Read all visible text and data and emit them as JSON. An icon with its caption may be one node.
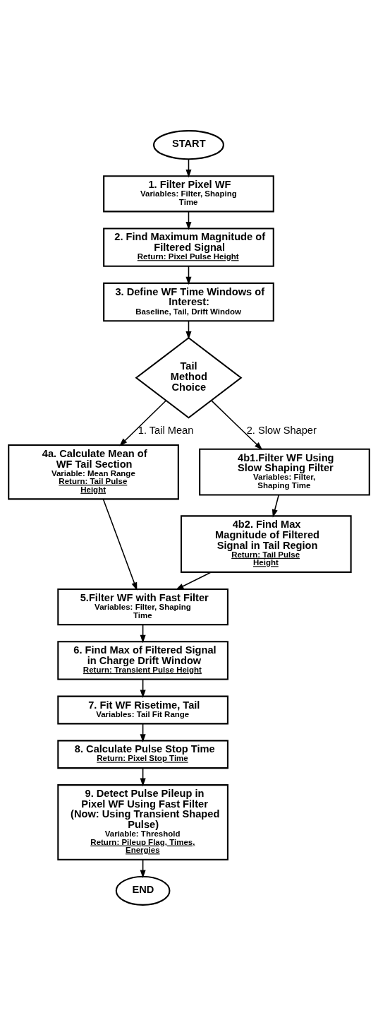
{
  "diagram": {
    "nodes": [
      {
        "text": [
          "START"
        ]
      },
      {
        "text": [
          "1. Filter Pixel WF",
          "Variables: Filter, Shaping Time"
        ]
      },
      {
        "text": [
          "2. Find Maximum Magnitude of Filtered Signal",
          "Return: Pixel Pulse Height"
        ]
      },
      {
        "text": [
          "3. Define WF Time Windows of Interest:",
          "Baseline, Tail, Drift Window"
        ]
      },
      {
        "text": [
          "Tail Method Choice"
        ]
      },
      {
        "text": [
          "4a. Calculate Mean of WF Tail Section",
          "Variable: Mean Range",
          "Return: Tail Pulse Height"
        ]
      },
      {
        "text": [
          "4b1.Filter WF Using Slow Shaping Filter",
          "Variables: Filter, Shaping Time"
        ]
      },
      {
        "text": [
          "4b2. Find Max Magnitude of Filtered Signal in Tail Region",
          "Return: Tail Pulse Height"
        ]
      },
      {
        "text": [
          "5.Filter WF with Fast Filter",
          "Variables: Filter, Shaping Time"
        ]
      },
      {
        "text": [
          "6. Find Max of Filtered Signal in Charge Drift Window",
          "Return: Transient Pulse Height"
        ]
      },
      {
        "text": [
          "7. Fit WF Risetime, Tail",
          "Variables: Tail Fit Range"
        ]
      },
      {
        "text": [
          "8. Calculate Pulse Stop Time",
          "Return: Pixel Stop Time"
        ]
      },
      {
        "text": [
          "9. Detect Pulse Pileup in Pixel WF Using Fast Filter (Now: Using Transient Shaped Pulse)",
          "Variable: Threshold",
          "Return: Pileup Flag, Times, Energies"
        ]
      },
      {
        "text": [
          "END"
        ]
      }
    ],
    "edges": [
      {
        "from": 0,
        "to": 1,
        "arrow": "to"
      },
      {
        "from": 1,
        "to": 2,
        "arrow": "to"
      },
      {
        "from": 2,
        "to": 3,
        "arrow": "to"
      },
      {
        "from": 3,
        "to": 4,
        "arrow": "to"
      },
      {
        "from": 4,
        "to": 5,
        "arrow": "to",
        "label": "1. Tail Mean"
      },
      {
        "from": 4,
        "to": 6,
        "arrow": "to",
        "label": "2. Slow Shaper"
      },
      {
        "from": 6,
        "to": 7,
        "arrow": "to"
      },
      {
        "from": 5,
        "to": 8,
        "arrow": "to"
      },
      {
        "from": 7,
        "to": 8,
        "arrow": "to"
      },
      {
        "from": 8,
        "to": 9,
        "arrow": "to"
      },
      {
        "from": 9,
        "to": 10,
        "arrow": "to"
      },
      {
        "from": 10,
        "to": 11,
        "arrow": "to"
      },
      {
        "from": 11,
        "to": 12,
        "arrow": "to"
      },
      {
        "from": 12,
        "to": 13,
        "arrow": "to"
      }
    ]
  }
}
